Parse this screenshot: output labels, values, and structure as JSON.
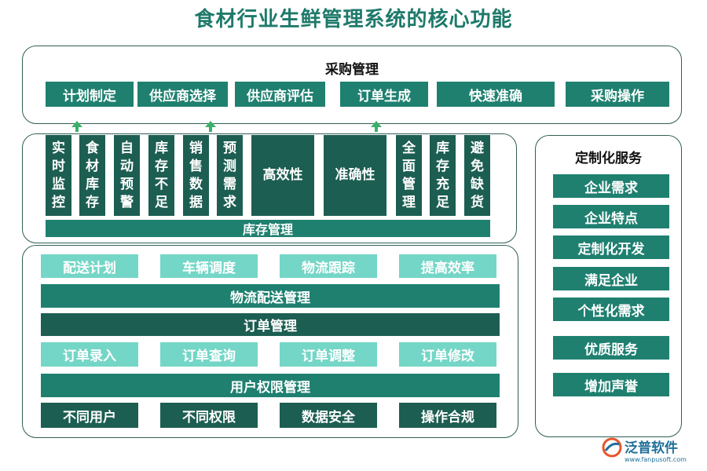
{
  "title": "食材行业生鲜管理系统的核心功能",
  "purchase": {
    "title": "采购管理",
    "items": [
      "计划制定",
      "供应商选择",
      "供应商评估",
      "订单生成",
      "快速准确",
      "采购操作"
    ]
  },
  "inventory": {
    "title": "库存管理",
    "columns": [
      {
        "label": "实时监控",
        "vertical": true
      },
      {
        "label": "食材库存",
        "vertical": true
      },
      {
        "label": "自动预警",
        "vertical": true
      },
      {
        "label": "库存不足",
        "vertical": true
      },
      {
        "label": "销售数据",
        "vertical": true
      },
      {
        "label": "预测需求",
        "vertical": true
      },
      {
        "label": "高效性",
        "vertical": false
      },
      {
        "label": "准确性",
        "vertical": false
      },
      {
        "label": "全面管理",
        "vertical": true
      },
      {
        "label": "库存充足",
        "vertical": true
      },
      {
        "label": "避免缺货",
        "vertical": true
      }
    ]
  },
  "logistics": {
    "items": [
      "配送计划",
      "车辆调度",
      "物流跟踪",
      "提高效率"
    ],
    "title": "物流配送管理"
  },
  "order": {
    "title": "订单管理",
    "items": [
      "订单录入",
      "订单查询",
      "订单调整",
      "订单修改"
    ]
  },
  "permission": {
    "title": "用户权限管理",
    "items": [
      "不同用户",
      "不同权限",
      "数据安全",
      "操作合规"
    ]
  },
  "custom": {
    "title": "定制化服务",
    "items": [
      "企业需求",
      "企业特点",
      "定制化开发",
      "满足企业",
      "个性化需求",
      "优质服务",
      "增加声誉"
    ]
  },
  "logo": {
    "name": "泛普软件",
    "url": "www.fanpusoft.com"
  },
  "colors": {
    "dark": "#1f8070",
    "darker": "#1d5e52",
    "light": "#74d6c6",
    "title": "#1e7a6a",
    "arrow": "#3bb06a"
  }
}
